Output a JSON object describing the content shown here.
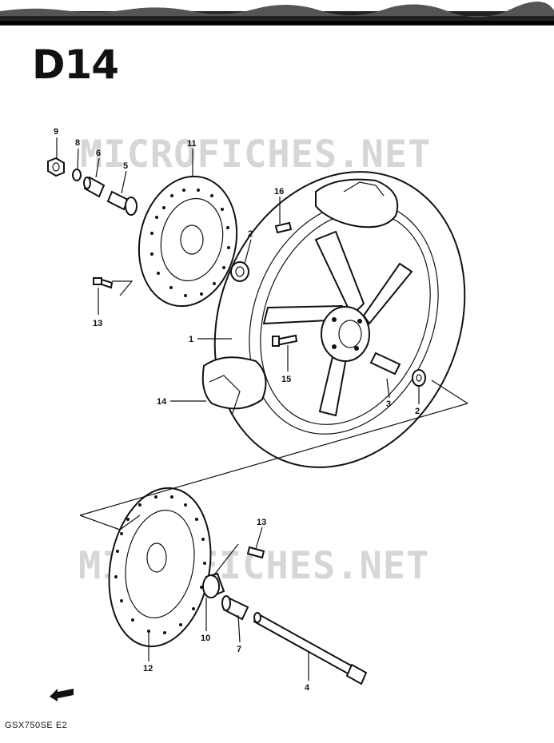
{
  "page": {
    "title": "D14",
    "footer": "GSX750SE E2",
    "watermark": "MICROFICHES.NET"
  },
  "callouts": {
    "c1": "1",
    "c2a": "2",
    "c2b": "2",
    "c3": "3",
    "c4": "4",
    "c5": "5",
    "c6": "6",
    "c7": "7",
    "c8": "8",
    "c9": "9",
    "c10": "10",
    "c11": "11",
    "c12": "12",
    "c13a": "13",
    "c13b": "13",
    "c14": "14",
    "c15": "15",
    "c16": "16"
  },
  "icons": {
    "front_arrow": "fwd-arrow-icon"
  },
  "colors": {
    "ink": "#111111",
    "watermark": "#d6d6d6",
    "paper": "#ffffff"
  }
}
